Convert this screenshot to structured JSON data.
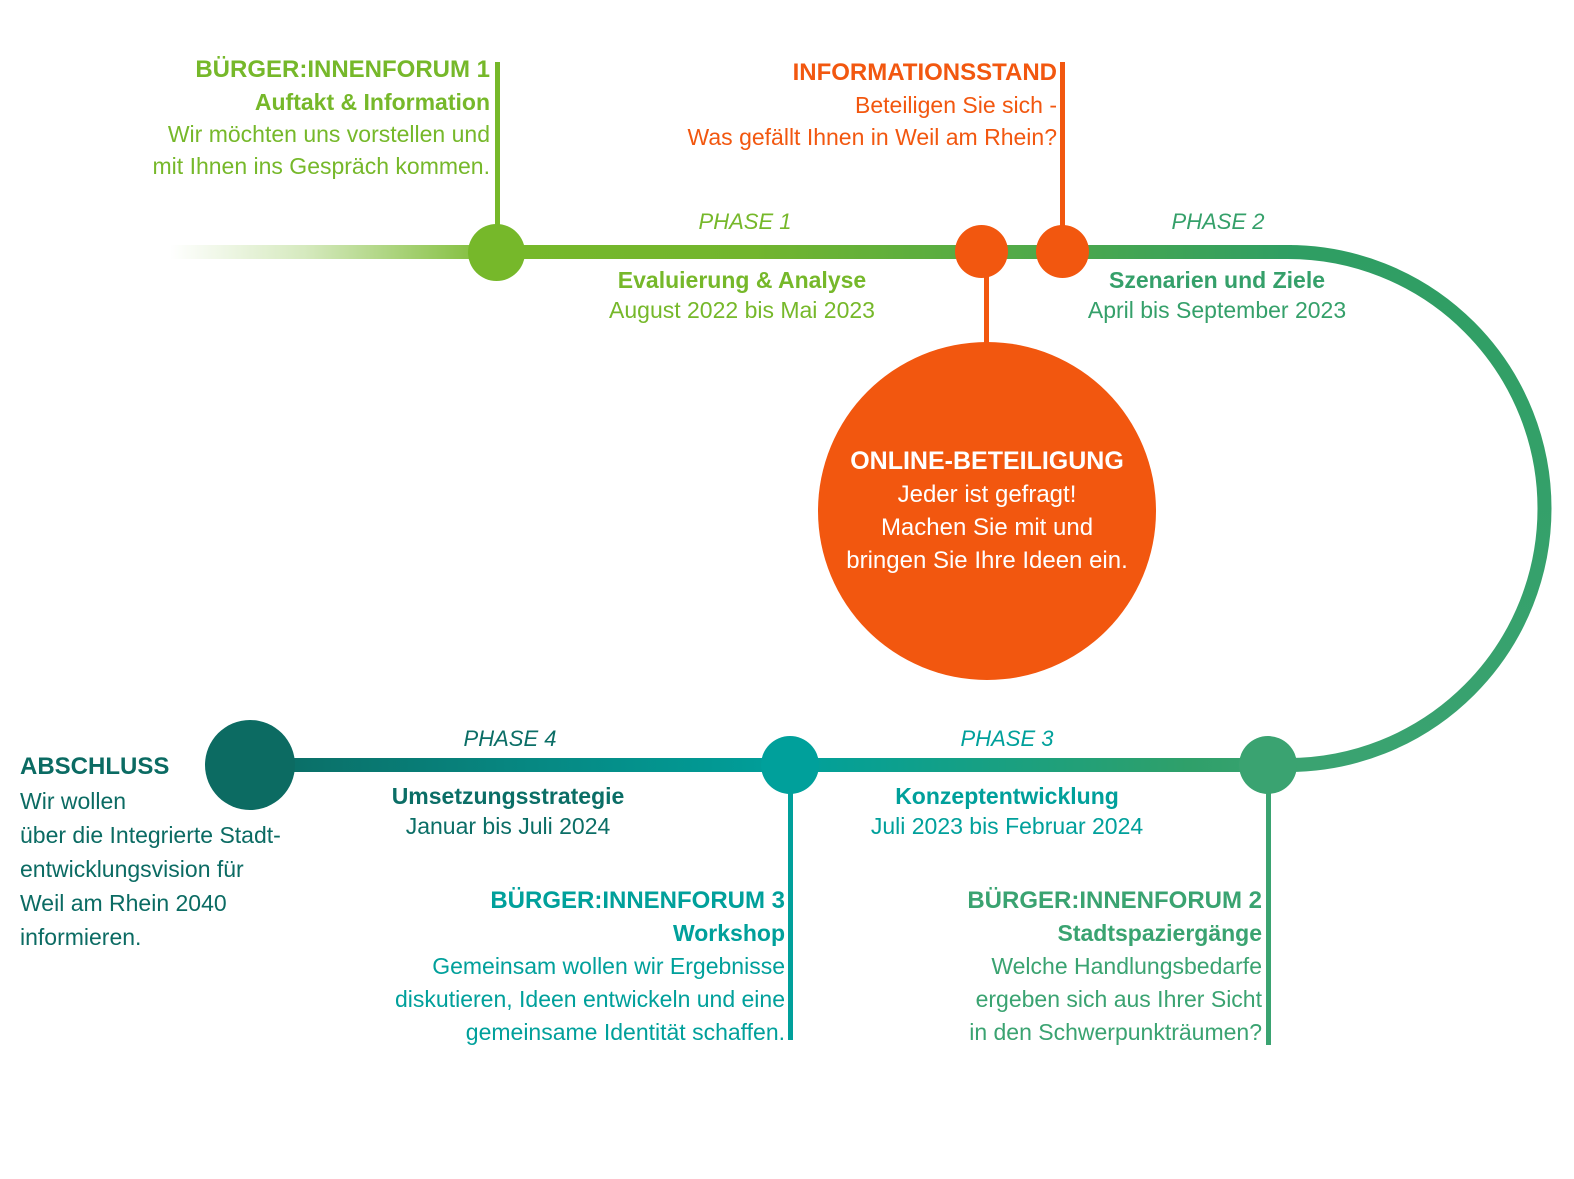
{
  "colors": {
    "light_green": "#76b82a",
    "sea_green": "#3aa371",
    "teal": "#00a09b",
    "dark_teal": "#0b6b63",
    "orange": "#f2570f"
  },
  "phases": {
    "phase1": {
      "label": "PHASE 1",
      "title": "Evaluierung & Analyse",
      "dates": "August 2022 bis Mai 2023"
    },
    "phase2": {
      "label": "PHASE 2",
      "title": "Szenarien und Ziele",
      "dates": "April bis September 2023"
    },
    "phase3": {
      "label": "PHASE 3",
      "title": "Konzeptentwicklung",
      "dates": "Juli 2023 bis Februar 2024"
    },
    "phase4": {
      "label": "PHASE 4",
      "title": "Umsetzungsstrategie",
      "dates": "Januar bis Juli 2024"
    }
  },
  "events": {
    "forum1": {
      "title": "BÜRGER:INNENFORUM 1",
      "subtitle": "Auftakt & Information",
      "lines": [
        "Wir möchten uns vorstellen und",
        "mit Ihnen ins Gespräch kommen."
      ]
    },
    "infostand": {
      "title": "INFORMATIONSSTAND",
      "lines": [
        "Beteiligen Sie sich -",
        "Was gefällt Ihnen in Weil am Rhein?"
      ]
    },
    "online": {
      "title": "ONLINE-BETEILIGUNG",
      "lines": [
        "Jeder ist gefragt!",
        "Machen Sie mit und",
        "bringen Sie Ihre Ideen ein."
      ]
    },
    "forum2": {
      "title": "BÜRGER:INNENFORUM 2",
      "subtitle": "Stadtspaziergänge",
      "lines": [
        "Welche Handlungsbedarfe",
        "ergeben sich aus Ihrer Sicht",
        "in den Schwerpunkträumen?"
      ]
    },
    "forum3": {
      "title": "BÜRGER:INNENFORUM 3",
      "subtitle": "Workshop",
      "lines": [
        "Gemeinsam wollen wir Ergebnisse",
        "diskutieren, Ideen entwickeln und eine",
        "gemeinsame Identität schaffen."
      ]
    },
    "abschluss": {
      "title": "ABSCHLUSS",
      "lines": [
        "Wir wollen",
        "über die Integrierte Stadt-",
        "entwicklungsvision für",
        "Weil am Rhein 2040",
        "informieren."
      ]
    }
  }
}
